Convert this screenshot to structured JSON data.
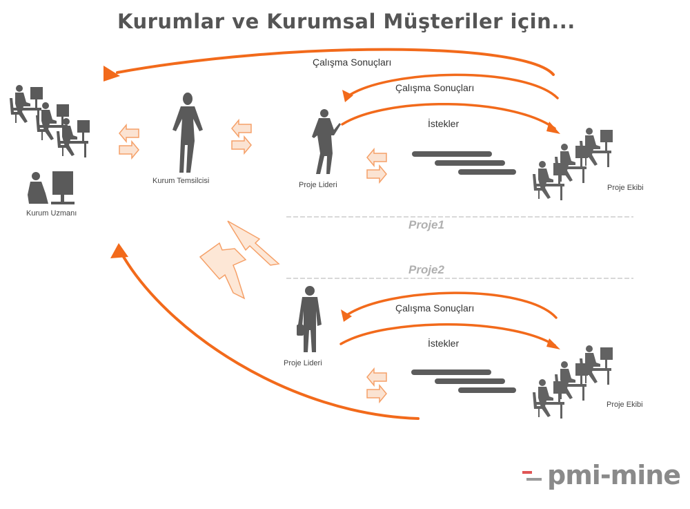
{
  "title": "Kurumlar ve Kurumsal Müşteriler için...",
  "roles": {
    "kurum_uzmani": "Kurum Uzmanı",
    "kurum_temsilcisi": "Kurum Temsilcisi",
    "proje_lideri_1": "Proje Lideri",
    "proje_ekibi_1": "Proje Ekibi",
    "proje_lideri_2": "Proje Lideri",
    "proje_ekibi_2": "Proje Ekibi"
  },
  "flows": {
    "top_results": "Çalışma Sonuçları",
    "p1_results": "Çalışma Sonuçları",
    "p1_requests": "İstekler",
    "p2_results": "Çalışma Sonuçları",
    "p2_requests": "İstekler"
  },
  "projects": {
    "p1": "Proje1",
    "p2": "Proje2"
  },
  "logo": {
    "text": "pmi-mine"
  },
  "colors": {
    "accent": "#f26a1b",
    "figure": "#5a5a5a",
    "light_arrow": "#f5a068"
  }
}
